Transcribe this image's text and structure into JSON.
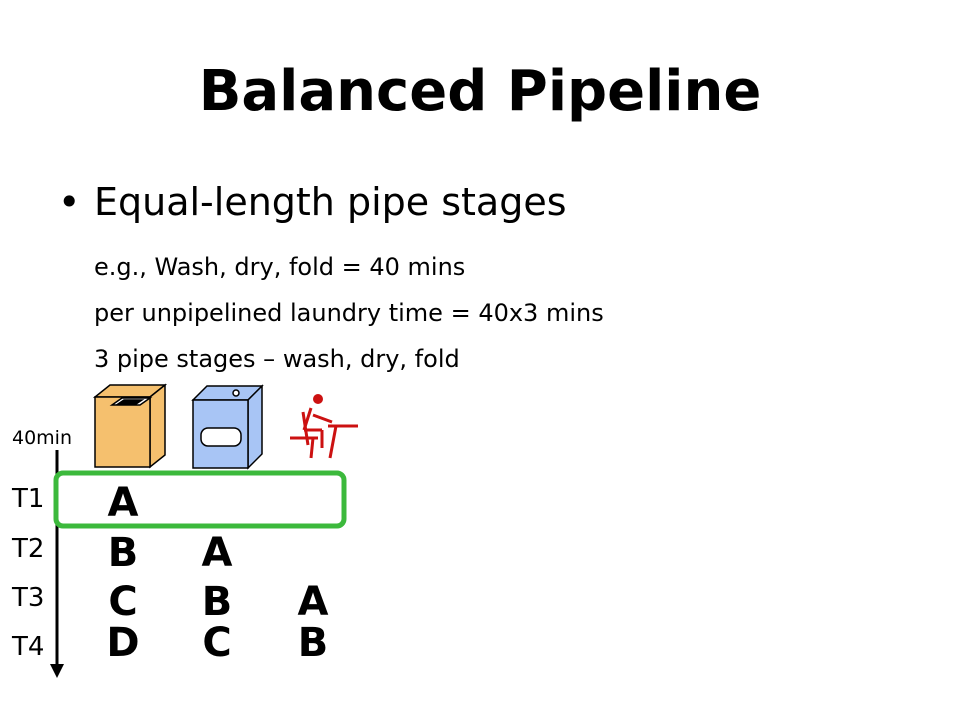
{
  "slide": {
    "title": "Balanced Pipeline",
    "bullet": "Equal-length pipe stages",
    "sub_points": [
      "e.g., Wash, dry, fold = 40 mins",
      "per unpipelined laundry time = 40x3 mins",
      "3 pipe stages – wash, dry, fold"
    ]
  },
  "diagram": {
    "time_unit_label": "40min",
    "time_slots": [
      "T1",
      "T2",
      "T3",
      "T4"
    ],
    "stage_icons": [
      "washer-icon",
      "dryer-icon",
      "folding-person-icon"
    ],
    "rows": [
      [
        "A",
        "",
        ""
      ],
      [
        "B",
        "A",
        ""
      ],
      [
        "C",
        "B",
        "A"
      ],
      [
        "D",
        "C",
        "B"
      ]
    ],
    "highlighted_row": 0,
    "colors": {
      "washer": "#F5C06E",
      "dryer": "#A8C5F5",
      "folder": "#CC1111",
      "highlight": "#3CB93C"
    }
  }
}
